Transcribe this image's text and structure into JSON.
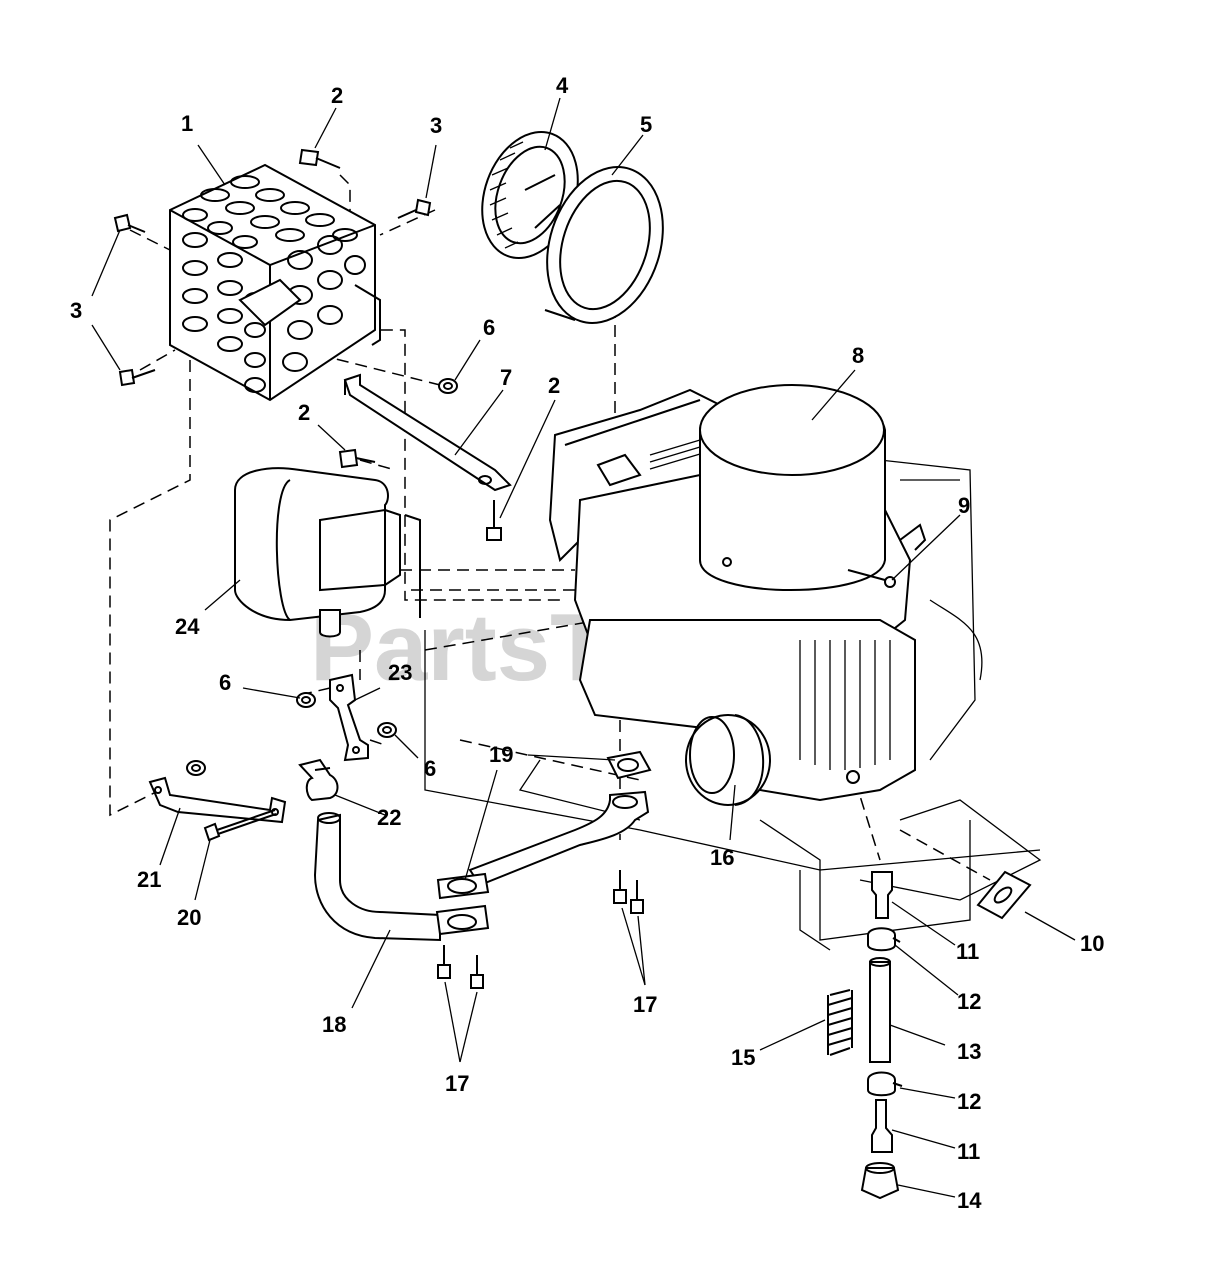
{
  "watermark": {
    "text": "PartsTree",
    "tm": "TM"
  },
  "colors": {
    "line": "#000000",
    "watermark": "#c8c8c8",
    "background": "#ffffff"
  },
  "callouts": [
    {
      "id": "c1",
      "label": "1"
    },
    {
      "id": "c2a",
      "label": "2"
    },
    {
      "id": "c3a",
      "label": "3"
    },
    {
      "id": "c3b",
      "label": "3"
    },
    {
      "id": "c4",
      "label": "4"
    },
    {
      "id": "c5",
      "label": "5"
    },
    {
      "id": "c6a",
      "label": "6"
    },
    {
      "id": "c7",
      "label": "7"
    },
    {
      "id": "c2b",
      "label": "2"
    },
    {
      "id": "c2c",
      "label": "2"
    },
    {
      "id": "c8",
      "label": "8"
    },
    {
      "id": "c9",
      "label": "9"
    },
    {
      "id": "c24",
      "label": "24"
    },
    {
      "id": "c23",
      "label": "23"
    },
    {
      "id": "c6b",
      "label": "6"
    },
    {
      "id": "c6c",
      "label": "6"
    },
    {
      "id": "c19",
      "label": "19"
    },
    {
      "id": "c22",
      "label": "22"
    },
    {
      "id": "c16",
      "label": "16"
    },
    {
      "id": "c21",
      "label": "21"
    },
    {
      "id": "c20",
      "label": "20"
    },
    {
      "id": "c18",
      "label": "18"
    },
    {
      "id": "c17a",
      "label": "17"
    },
    {
      "id": "c17b",
      "label": "17"
    },
    {
      "id": "c11a",
      "label": "11"
    },
    {
      "id": "c10",
      "label": "10"
    },
    {
      "id": "c12a",
      "label": "12"
    },
    {
      "id": "c13",
      "label": "13"
    },
    {
      "id": "c15",
      "label": "15"
    },
    {
      "id": "c12b",
      "label": "12"
    },
    {
      "id": "c11b",
      "label": "11"
    },
    {
      "id": "c14",
      "label": "14"
    }
  ]
}
